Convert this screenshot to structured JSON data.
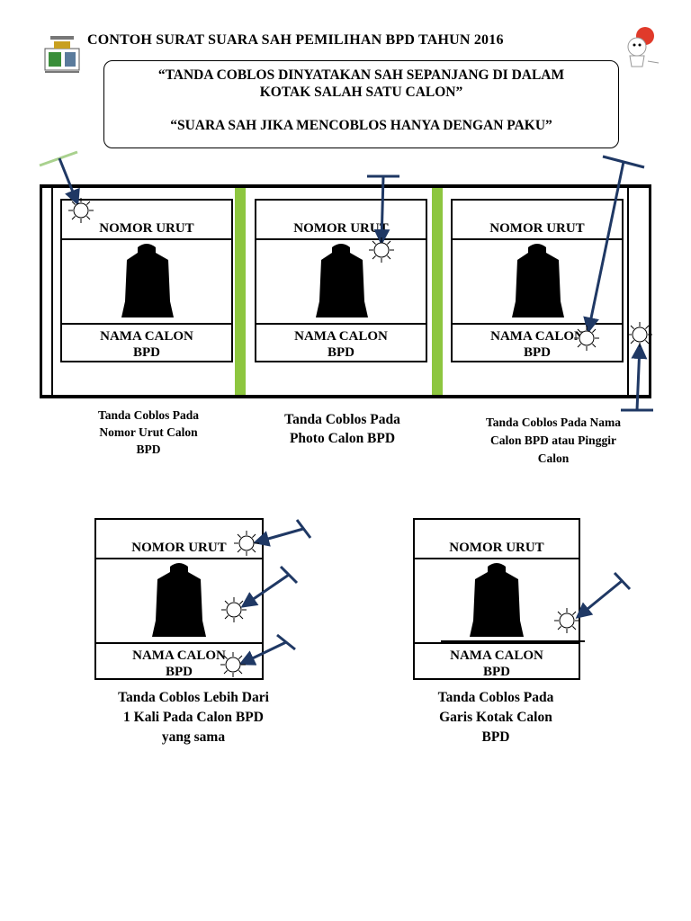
{
  "title": "CONTOH SURAT SUARA SAH PEMILIHAN BPD TAHUN 2016",
  "rules": {
    "line1": "“TANDA COBLOS DINYATAKAN SAH SEPANJANG DI DALAM",
    "line2": "KOTAK SALAH SATU CALON”",
    "line3": "“SUARA SAH JIKA MENCOBLOS HANYA DENGAN PAKU”"
  },
  "card": {
    "nomor_urut": "NOMOR URUT",
    "nama_line1": "NAMA CALON",
    "nama_line2": "BPD"
  },
  "captions": {
    "c1": [
      "Tanda Coblos Pada",
      "Nomor Urut Calon",
      "BPD"
    ],
    "c2": [
      "Tanda Coblos Pada",
      "Photo Calon BPD"
    ],
    "c3": [
      "Tanda Coblos Pada Nama",
      "Calon BPD atau Pinggir",
      "Calon"
    ],
    "c4": [
      "Tanda Coblos Lebih Dari",
      "1 Kali Pada Calon BPD",
      "yang sama"
    ],
    "c5": [
      "Tanda Coblos Pada",
      "Garis Kotak Calon",
      "BPD"
    ]
  },
  "colors": {
    "arrow": "#1f3864",
    "green_divider": "#8dc63f",
    "light_arrow": "#a9d18e"
  }
}
